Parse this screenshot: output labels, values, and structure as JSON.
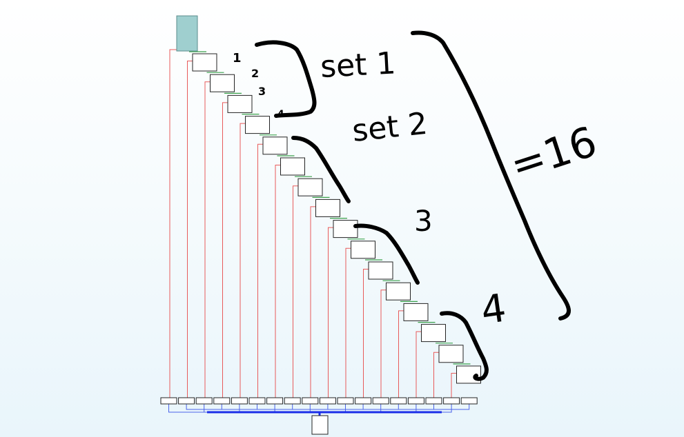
{
  "annotations": {
    "set1": "set 1",
    "set2": "set 2",
    "set3": "3",
    "set4": "4",
    "total": "=16",
    "mini1": "1",
    "mini2": "2",
    "mini3": "3",
    "mini4": "4"
  },
  "diagram": {
    "stair_levels": 16,
    "bottom_boxes": 18
  },
  "colors": {
    "root": "#9fcfcf",
    "red_line": "#e85a5a",
    "green_line": "#3aa04a",
    "blue_line": "#4a63e8"
  }
}
